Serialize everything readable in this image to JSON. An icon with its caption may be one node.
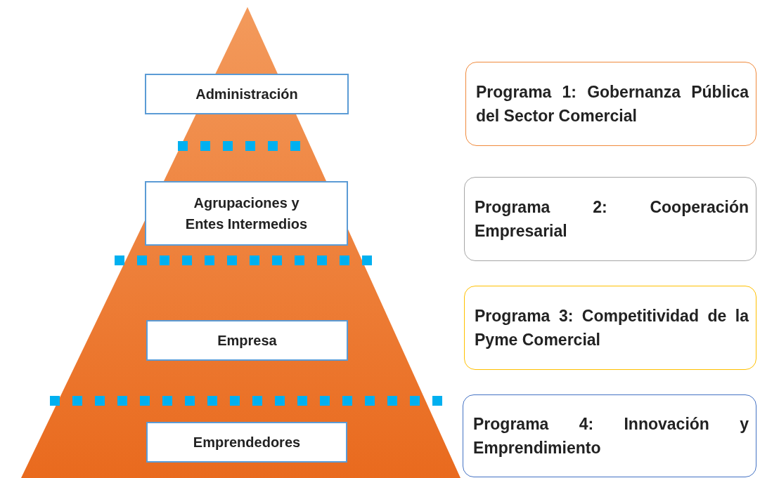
{
  "diagram": {
    "nodes": [
      {
        "text": [],
        "shape": "triangle"
      },
      {
        "text": [
          "Administración"
        ],
        "in": 0
      },
      {
        "text": [
          "Agrupaciones y Entes Intermedios"
        ],
        "in": 0
      },
      {
        "text": [
          "Empresa"
        ],
        "in": 0
      },
      {
        "text": [
          "Emprendedores"
        ],
        "in": 0
      },
      {
        "text": [
          "Programa 1: Gobernanza Pública del Sector Comercial"
        ]
      },
      {
        "text": [
          "Programa 2: Cooperación Empresarial"
        ]
      },
      {
        "text": [
          "Programa 3: Competitividad de la Pyme Comercial"
        ]
      },
      {
        "text": [
          "Programa 4: Innovación y Emprendimiento"
        ]
      }
    ]
  }
}
